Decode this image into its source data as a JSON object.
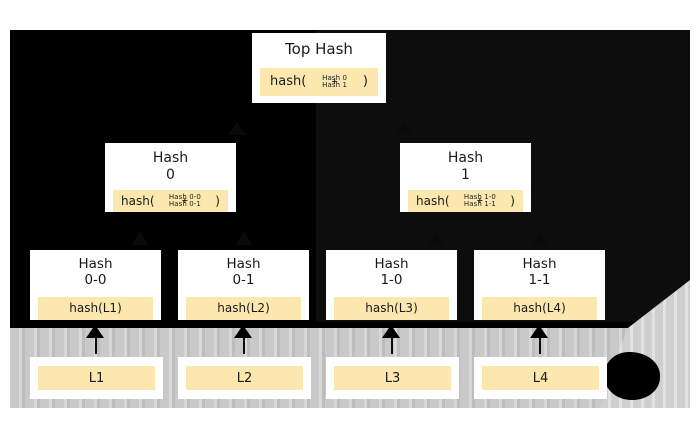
{
  "diagram": {
    "type": "merkle-tree",
    "colors": {
      "background": "#000000",
      "page": "#ffffff",
      "node_fill": "#ffffff",
      "hash_bar": "#fce8ae",
      "text": "#1a1a1a",
      "band": "#c9c9c9"
    }
  },
  "root": {
    "title": "Top Hash",
    "hash_prefix": "hash(",
    "hash_suffix": ")",
    "operand_top": "Hash 0",
    "operand_plus": "+",
    "operand_bottom": "Hash 1"
  },
  "level1": [
    {
      "title_line1": "Hash",
      "title_line2": "0",
      "hash_prefix": "hash(",
      "hash_suffix": ")",
      "operand_top": "Hash 0-0",
      "operand_plus": "+",
      "operand_bottom": "Hash 0-1"
    },
    {
      "title_line1": "Hash",
      "title_line2": "1",
      "hash_prefix": "hash(",
      "hash_suffix": ")",
      "operand_top": "Hash 1-0",
      "operand_plus": "+",
      "operand_bottom": "Hash 1-1"
    }
  ],
  "level2": [
    {
      "title_line1": "Hash",
      "title_line2": "0-0",
      "hash_label": "hash(L1)"
    },
    {
      "title_line1": "Hash",
      "title_line2": "0-1",
      "hash_label": "hash(L2)"
    },
    {
      "title_line1": "Hash",
      "title_line2": "1-0",
      "hash_label": "hash(L3)"
    },
    {
      "title_line1": "Hash",
      "title_line2": "1-1",
      "hash_label": "hash(L4)"
    }
  ],
  "data_blocks": [
    {
      "label": "L1"
    },
    {
      "label": "L2"
    },
    {
      "label": "L3"
    },
    {
      "label": "L4"
    }
  ]
}
